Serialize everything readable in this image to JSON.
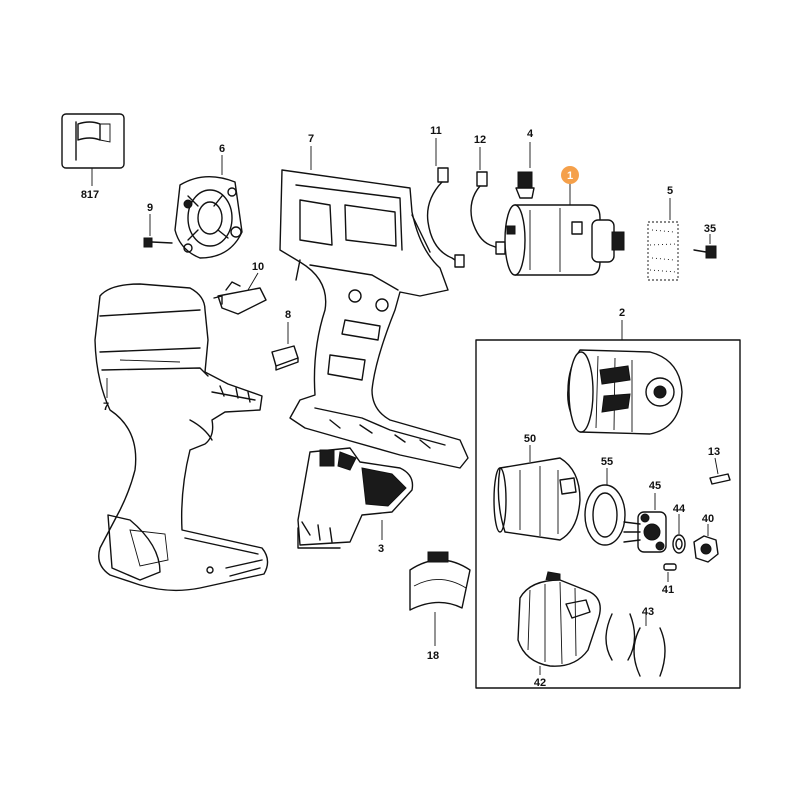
{
  "diagram": {
    "accent_color": "#f5a04a",
    "highlighted_part": "1",
    "labels": {
      "p817": "817",
      "p6": "6",
      "p7_top": "7",
      "p11": "11",
      "p12": "12",
      "p4": "4",
      "p1": "1",
      "p5": "5",
      "p35": "35",
      "p9": "9",
      "p10": "10",
      "p8": "8",
      "p7_left": "7",
      "p2": "2",
      "p3": "3",
      "p50": "50",
      "p55": "55",
      "p45": "45",
      "p13": "13",
      "p44": "44",
      "p40": "40",
      "p41": "41",
      "p43": "43",
      "p42": "42",
      "p18": "18"
    },
    "icons": [
      "manual-flag-icon"
    ]
  }
}
